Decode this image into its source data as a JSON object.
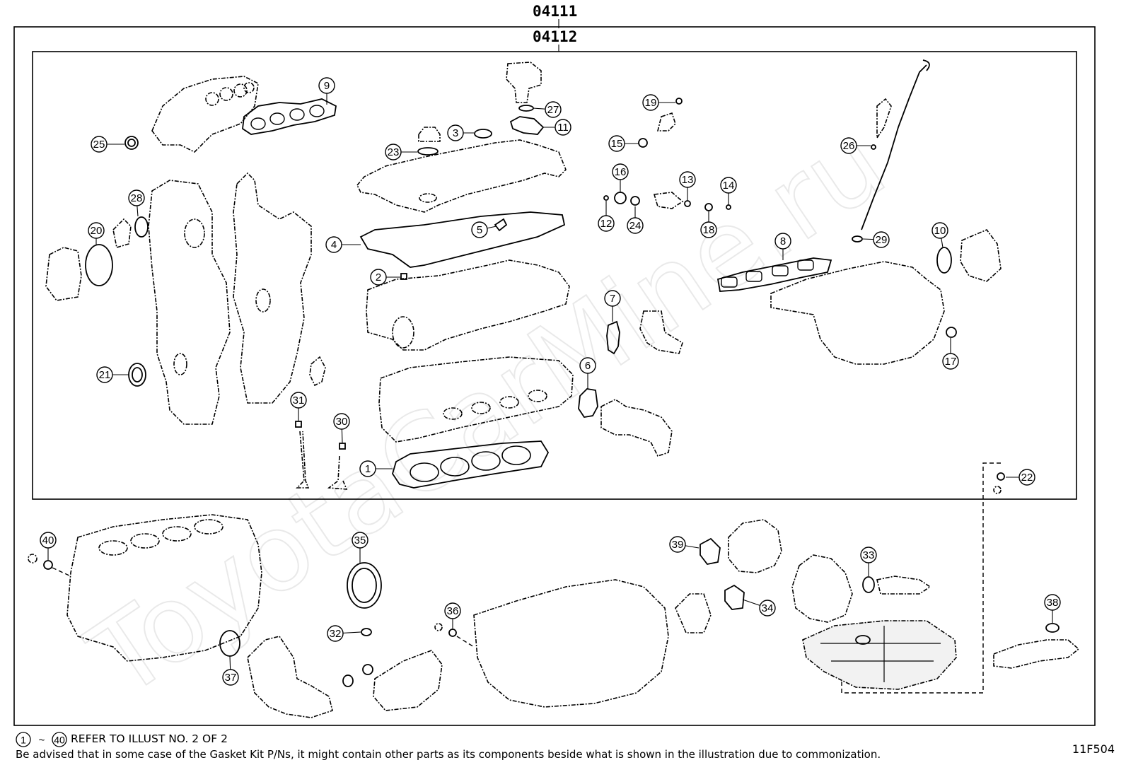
{
  "header": {
    "outer_code": "04111",
    "inner_code": "04112"
  },
  "watermark": "ToyotaCarMine.ru",
  "callouts": [
    "1",
    "2",
    "3",
    "4",
    "5",
    "6",
    "7",
    "8",
    "9",
    "10",
    "11",
    "12",
    "13",
    "14",
    "15",
    "16",
    "17",
    "18",
    "19",
    "20",
    "21",
    "22",
    "23",
    "24",
    "25",
    "26",
    "27",
    "28",
    "29",
    "30",
    "31",
    "32",
    "33",
    "34",
    "35",
    "36",
    "37",
    "38",
    "39",
    "40"
  ],
  "footer": {
    "refer_start": "1",
    "refer_tilde": "~",
    "refer_end": "40",
    "refer_text": "REFER TO ILLUST NO. 2 OF 2",
    "note": "Be advised that in some case of the Gasket Kit P/Ns,  it might contain other parts as its components beside what is shown in the illustration due to commonization.",
    "figure_id": "11F504"
  }
}
